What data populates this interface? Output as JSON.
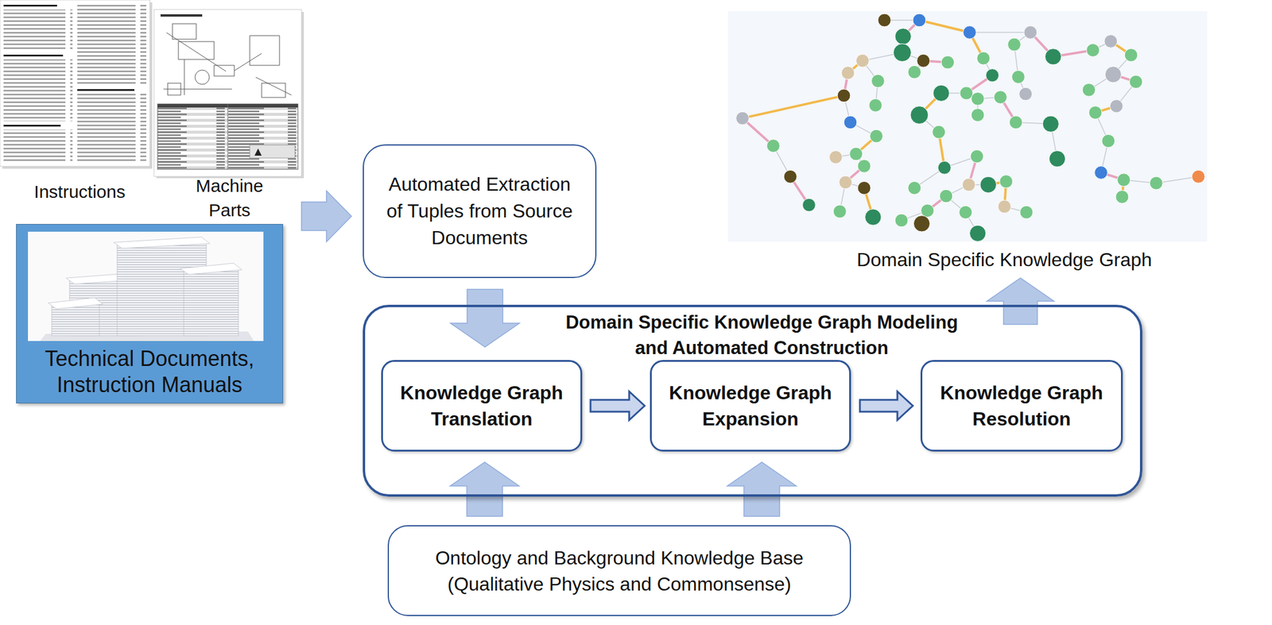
{
  "diagram": {
    "nodes": [
      {
        "text": [
          "Technical Documents, Instruction Manuals"
        ]
      },
      {
        "text": [
          "Automated Extraction of Tuples from Source Documents"
        ]
      },
      {
        "text": [
          "Domain Specific Knowledge Graph Modeling and Automated Construction"
        ]
      },
      {
        "text": [
          "Knowledge Graph Translation"
        ],
        "in": 2
      },
      {
        "text": [
          "Knowledge Graph Expansion"
        ],
        "in": 2
      },
      {
        "text": [
          "Knowledge Graph Resolution"
        ],
        "in": 2
      },
      {
        "text": [
          "Ontology and Background Knowledge Base (Qualitative Physics and Commonsense)"
        ]
      },
      {
        "text": [
          "Domain Specific Knowledge Graph"
        ]
      }
    ],
    "edges": [
      {
        "from": 0,
        "to": 1,
        "arrow": "to"
      },
      {
        "from": 1,
        "to": 2,
        "arrow": "to"
      },
      {
        "from": 3,
        "to": 4,
        "arrow": "to"
      },
      {
        "from": 4,
        "to": 5,
        "arrow": "to"
      },
      {
        "from": 6,
        "to": 3,
        "arrow": "to"
      },
      {
        "from": 6,
        "to": 4,
        "arrow": "to"
      },
      {
        "from": 2,
        "to": 7,
        "arrow": "to"
      }
    ],
    "labels": [
      "Instructions",
      "Machine Parts"
    ]
  }
}
